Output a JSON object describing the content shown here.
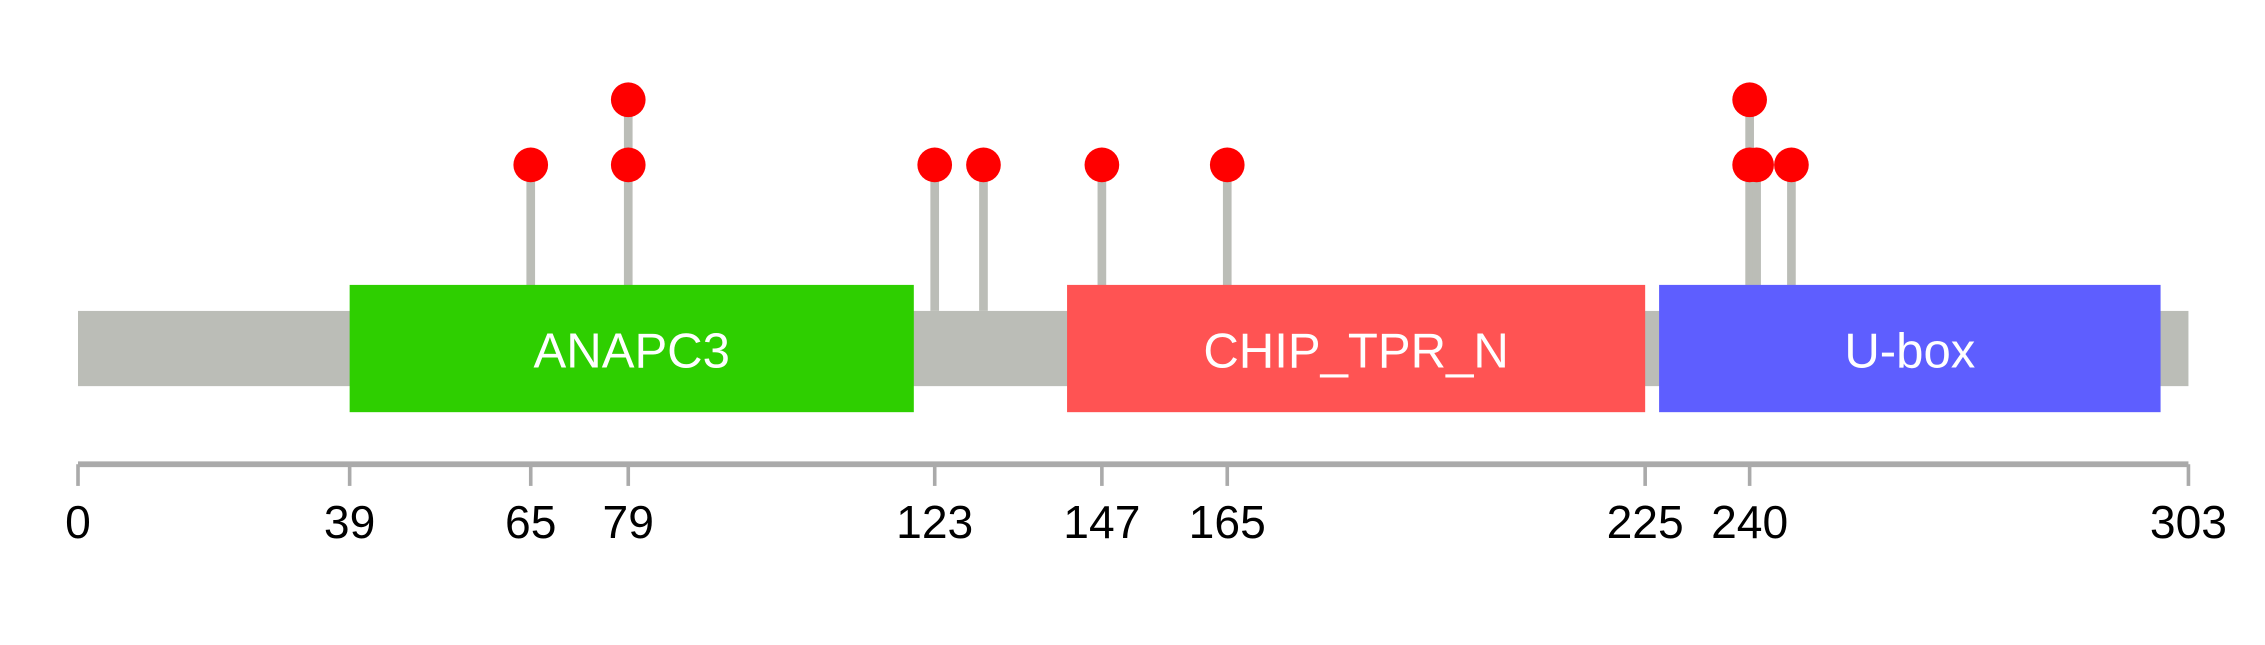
{
  "chart_data": {
    "type": "lollipop",
    "title": "",
    "xlabel": "",
    "ylabel": "",
    "protein_length": 303,
    "xlim": [
      0,
      303
    ],
    "x_ticks": [
      0,
      39,
      65,
      79,
      123,
      147,
      165,
      225,
      240,
      303
    ],
    "domains": [
      {
        "name": "ANAPC3",
        "start": 39,
        "end": 120,
        "color": "#2ECF00"
      },
      {
        "name": "CHIP_TPR_N",
        "start": 142,
        "end": 225,
        "color": "#FF5353"
      },
      {
        "name": "U-box",
        "start": 227,
        "end": 299,
        "color": "#5E5EFF"
      }
    ],
    "mutations": [
      {
        "position": 65,
        "count": 1
      },
      {
        "position": 79,
        "count": 2
      },
      {
        "position": 123,
        "count": 1
      },
      {
        "position": 130,
        "count": 1
      },
      {
        "position": 147,
        "count": 1
      },
      {
        "position": 165,
        "count": 1
      },
      {
        "position": 240,
        "count": 2
      },
      {
        "position": 241,
        "count": 1
      },
      {
        "position": 246,
        "count": 1
      }
    ],
    "colors": {
      "backbone": "#BBBDB7",
      "stem": "#BBBDB7",
      "marker": "#FF0000",
      "axis": "#AAAAAA",
      "domain_text": "#FFFFFF",
      "tick_text": "#000000"
    }
  }
}
